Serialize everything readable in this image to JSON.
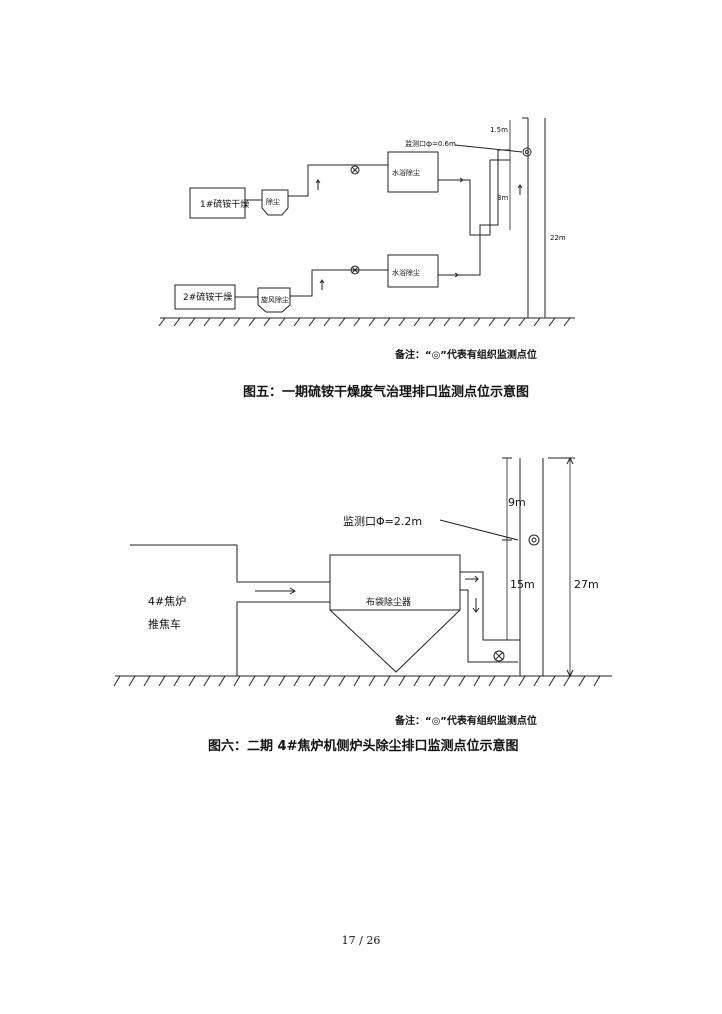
{
  "figure5": {
    "caption": "图五：一期硫铵干燥废气治理排口监测点位示意图",
    "note": "备注：“◎”代表有组织监测点位",
    "boxes": {
      "dryer1": "1#硫铵干燥",
      "dryer2": "2#硫铵干燥",
      "dedust": "除尘",
      "cyclone": "旋风除尘",
      "water_top": "水浴除尘",
      "water_bottom": "水浴除尘"
    },
    "monitor_label": "监测口ф=0.6m",
    "dims": {
      "d_top": "1.5m",
      "d_mid": "3m",
      "d_total": "22m"
    }
  },
  "figure6": {
    "caption": "图六：二期 4#焦炉机侧炉头除尘排口监测点位示意图",
    "note": "备注：“◎”代表有组织监测点位",
    "source_line1": "4#焦炉",
    "source_line2": "推焦车",
    "collector": "布袋除尘器",
    "monitor_label": "监测口Φ=2.2m",
    "dims": {
      "d_top": "9m",
      "d_mid": "15m",
      "d_total": "27m"
    }
  },
  "page_number": "17 / 26"
}
